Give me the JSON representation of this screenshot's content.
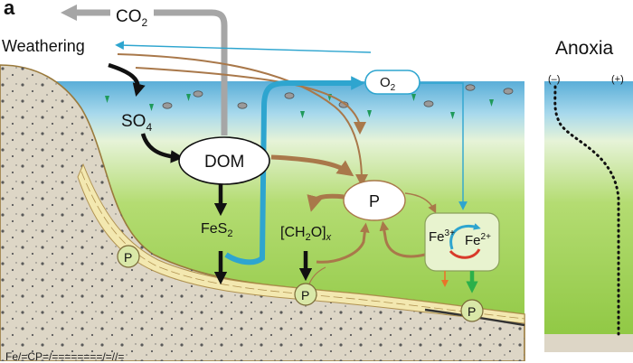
{
  "figure": {
    "panel_letter": "a",
    "footer_fragment": "Fe/=CP=/========/=//=",
    "labels": {
      "co2": "CO",
      "co2_sub": "2",
      "weathering": "Weathering",
      "so4": "SO",
      "so4_sub": "4",
      "dom": "DOM",
      "o2": "O",
      "o2_sub": "2",
      "p_center": "P",
      "fes2_main": "FeS",
      "fes2_sub": "2",
      "ch2o_open": "[CH",
      "ch2o_sub": "2",
      "ch2o_close": "O]",
      "ch2o_x": "x",
      "fe3": "Fe",
      "fe3_sup": "3+",
      "fe2": "Fe",
      "fe2_sup": "2+",
      "p_sediment": "P"
    },
    "inset": {
      "title": "Anoxia",
      "scale_min": "(–)",
      "scale_max": "(+)"
    },
    "colors": {
      "water_top": "#5aaed8",
      "water_green": "#9ccf4c",
      "sediment": "#ddd6c6",
      "organic_arrow": "#a9784a",
      "o2_arrow": "#2ea5cf",
      "co2_arrow": "#a6a6a6",
      "sulfur_arrow": "#111111",
      "p_node_fill": "#d9e8a8"
    }
  }
}
